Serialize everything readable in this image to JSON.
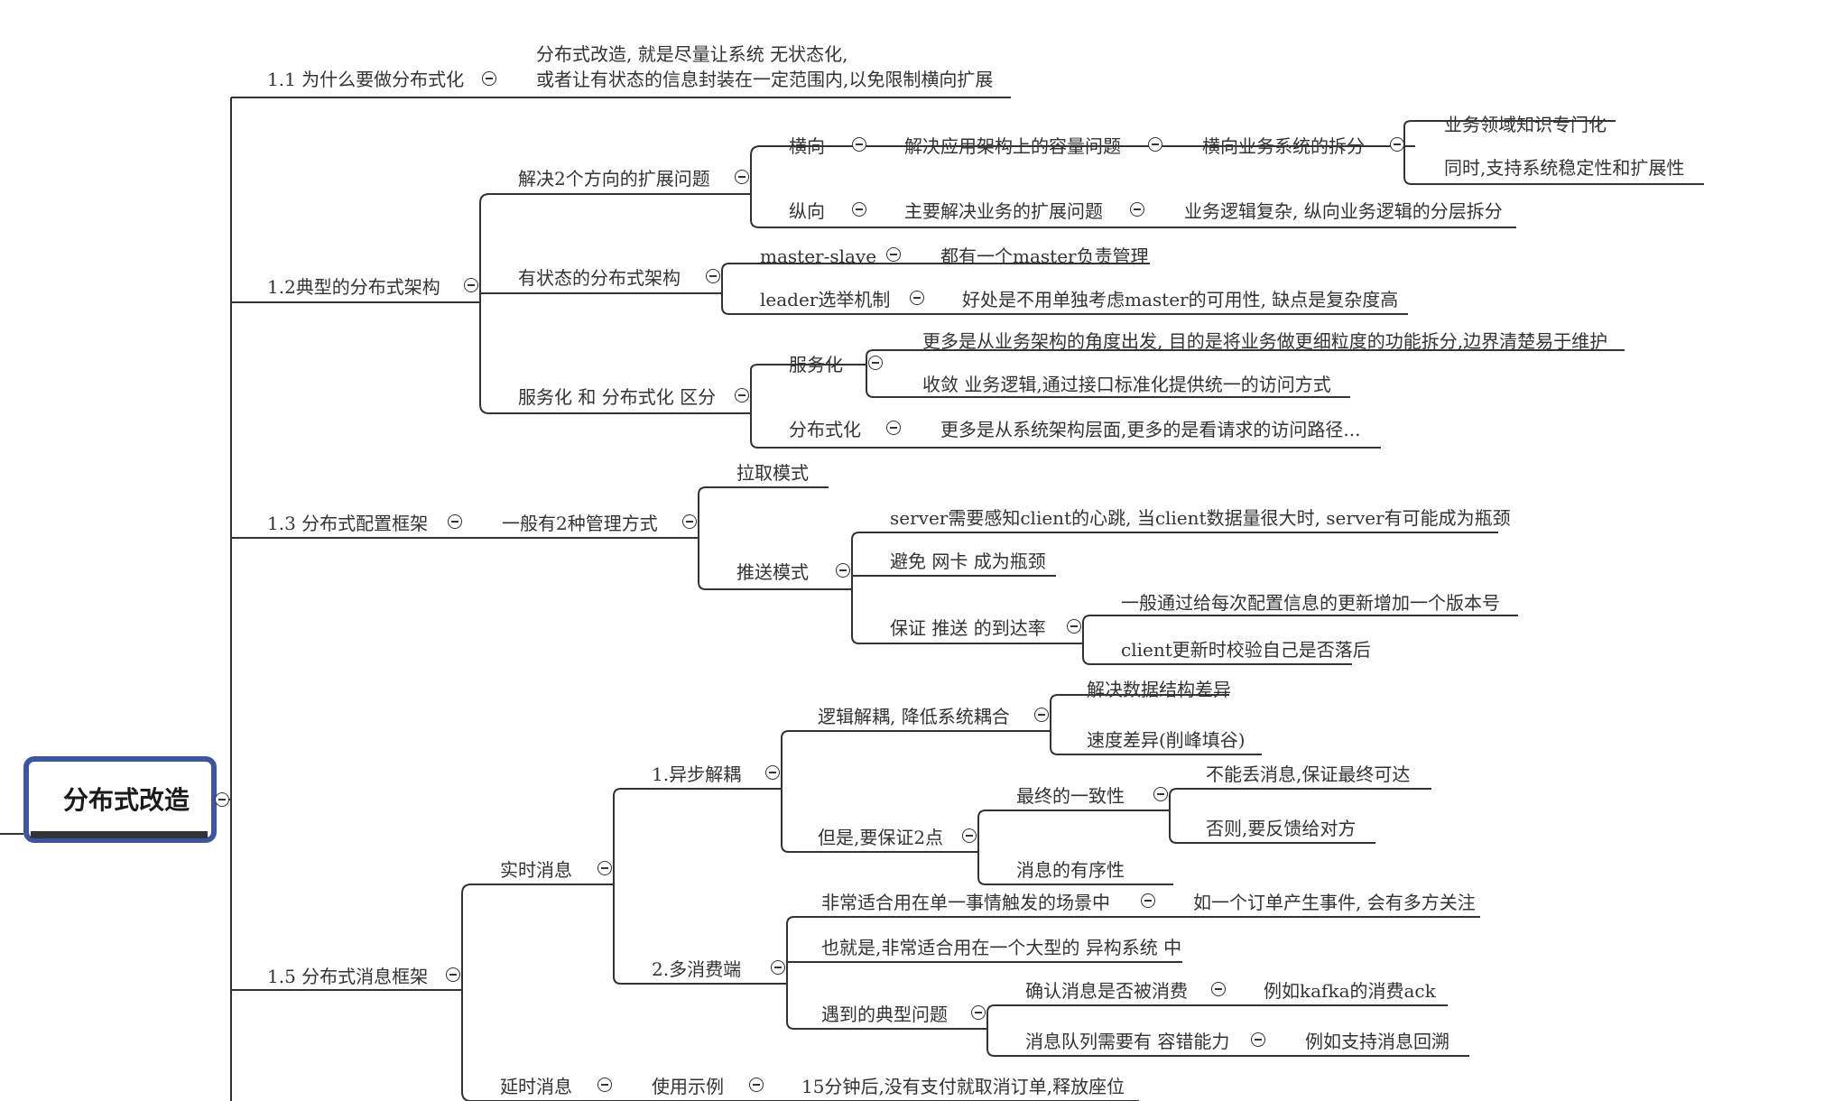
{
  "root": "分布式改造",
  "n11": "1.1 为什么要做分布式化",
  "n11_note_1": "分布式改造, 就是尽量让系统 无状态化,",
  "n11_note_2": "或者让有状态的信息封装在一定范围内,以免限制横向扩展",
  "n12": "1.2典型的分布式架构",
  "n12_a": "解决2个方向的扩展问题",
  "n12_a_h": "横向",
  "n12_a_h_1": "解决应用架构上的容量问题",
  "n12_a_h_2": "横向业务系统的拆分",
  "n12_a_h_3a": "业务领域知识专门化",
  "n12_a_h_3b": "同时,支持系统稳定性和扩展性",
  "n12_a_v": "纵向",
  "n12_a_v_1": "主要解决业务的扩展问题",
  "n12_a_v_2": "业务逻辑复杂, 纵向业务逻辑的分层拆分",
  "n12_b": "有状态的分布式架构",
  "n12_b_1": "master-slave",
  "n12_b_1a": "都有一个master负责管理",
  "n12_b_2": "leader选举机制",
  "n12_b_2a": "好处是不用单独考虑master的可用性, 缺点是复杂度高",
  "n12_c": "服务化 和 分布式化 区分",
  "n12_c_1": "服务化",
  "n12_c_1a": "更多是从业务架构的角度出发, 目的是将业务做更细粒度的功能拆分,边界清楚易于维护",
  "n12_c_1b": "收敛 业务逻辑,通过接口标准化提供统一的访问方式",
  "n12_c_2": "分布式化",
  "n12_c_2a": "更多是从系统架构层面,更多的是看请求的访问路径...",
  "n13": "1.3 分布式配置框架",
  "n13_a": "一般有2种管理方式",
  "n13_a_1": "拉取模式",
  "n13_a_2": "推送模式",
  "n13_a_2a": "server需要感知client的心跳, 当client数据量很大时, server有可能成为瓶颈",
  "n13_a_2b": "避免 网卡 成为瓶颈",
  "n13_a_2c": "保证 推送 的到达率",
  "n13_a_2c_1": "一般通过给每次配置信息的更新增加一个版本号",
  "n13_a_2c_2": "client更新时校验自己是否落后",
  "n15": "1.5 分布式消息框架",
  "n15_a": "实时消息",
  "n15_a_1": "1.异步解耦",
  "n15_a_1a": "逻辑解耦, 降低系统耦合",
  "n15_a_1a_1": "解决数据结构差异",
  "n15_a_1a_2": "速度差异(削峰填谷)",
  "n15_a_1b": "但是,要保证2点",
  "n15_a_1b_1": "最终的一致性",
  "n15_a_1b_1a": "不能丢消息,保证最终可达",
  "n15_a_1b_1b": "否则,要反馈给对方",
  "n15_a_1b_2": "消息的有序性",
  "n15_a_2": "2.多消费端",
  "n15_a_2a": "非常适合用在单一事情触发的场景中",
  "n15_a_2a_1": "如一个订单产生事件, 会有多方关注",
  "n15_a_2b": "也就是,非常适合用在一个大型的 异构系统 中",
  "n15_a_2c": "遇到的典型问题",
  "n15_a_2c_1": "确认消息是否被消费",
  "n15_a_2c_1a": "例如kafka的消费ack",
  "n15_a_2c_2": "消息队列需要有 容错能力",
  "n15_a_2c_2a": "例如支持消息回溯",
  "n15_b": "延时消息",
  "n15_b_1": "使用示例",
  "n15_b_1a": "15分钟后,没有支付就取消订单,释放座位",
  "colors": {
    "line": "#333333",
    "root_border": "#3b55a3",
    "text": "#333333"
  }
}
